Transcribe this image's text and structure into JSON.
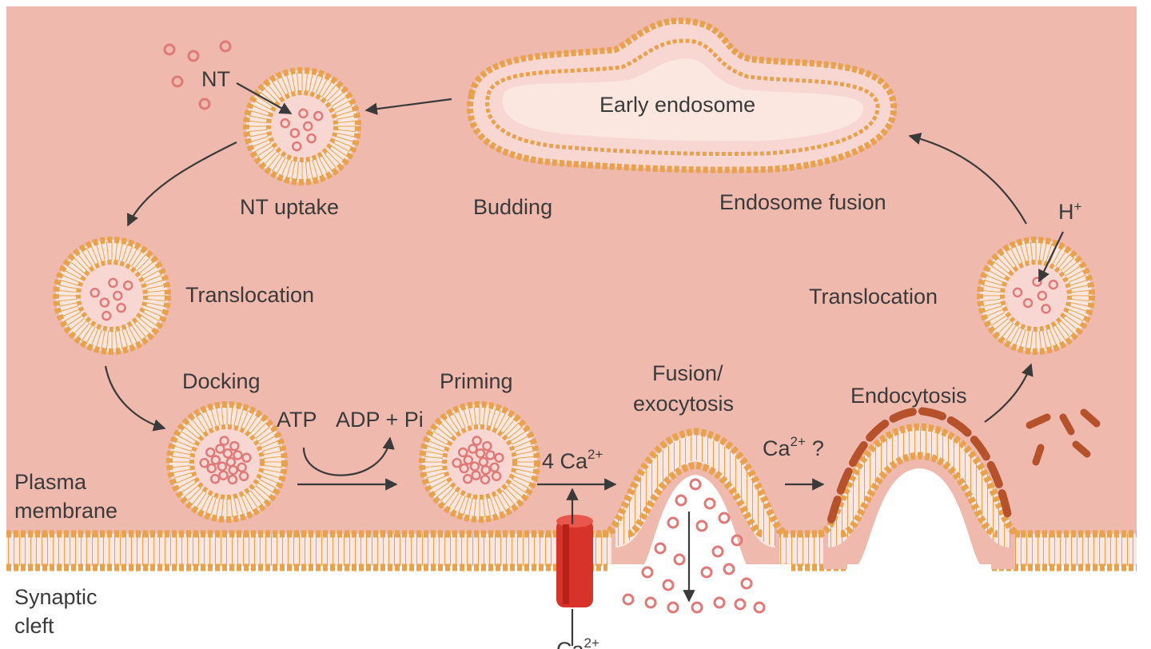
{
  "labels": {
    "nt": "NT",
    "early_endosome": "Early endosome",
    "nt_uptake": "NT uptake",
    "budding": "Budding",
    "endosome_fusion": "Endosome fusion",
    "h_plus": "H",
    "h_plus_sup": "+",
    "translocation_left": "Translocation",
    "translocation_right": "Translocation",
    "docking": "Docking",
    "priming": "Priming",
    "fusion_line1": "Fusion/",
    "fusion_line2": "exocytosis",
    "endocytosis": "Endocytosis",
    "atp": "ATP",
    "adp_pi": "ADP + Pi",
    "ca_4": "4 Ca",
    "ca_sup": "2+",
    "ca_question": "Ca",
    "question_mark": "?",
    "ca_bottom": "Ca",
    "plasma_line1": "Plasma",
    "plasma_line2": "membrane",
    "cleft_line1": "Synaptic",
    "cleft_line2": "cleft"
  },
  "colors": {
    "cytoplasm": "#efb9ad",
    "lipid_head": "#e8a24d",
    "lipid_tail": "#fbe7df",
    "lumen": "#f8d7d3",
    "neurotransmitter": "#e07a78",
    "channel": "#d8332a",
    "clathrin": "#b5522c",
    "cleft": "#ffffff",
    "text": "#3a3a3a",
    "arrow": "#3a3a3a"
  }
}
